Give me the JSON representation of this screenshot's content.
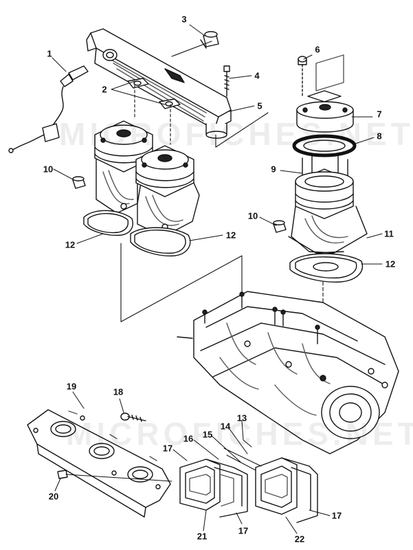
{
  "callouts": [
    {
      "id": "1",
      "label": "1"
    },
    {
      "id": "2",
      "label": "2"
    },
    {
      "id": "3",
      "label": "3"
    },
    {
      "id": "4",
      "label": "4"
    },
    {
      "id": "5",
      "label": "5"
    },
    {
      "id": "6",
      "label": "6"
    },
    {
      "id": "7",
      "label": "7"
    },
    {
      "id": "8",
      "label": "8"
    },
    {
      "id": "9",
      "label": "9"
    },
    {
      "id": "10a",
      "label": "10"
    },
    {
      "id": "10b",
      "label": "10"
    },
    {
      "id": "11",
      "label": "11"
    },
    {
      "id": "12a",
      "label": "12"
    },
    {
      "id": "12b",
      "label": "12"
    },
    {
      "id": "12c",
      "label": "12"
    },
    {
      "id": "13",
      "label": "13"
    },
    {
      "id": "14",
      "label": "14"
    },
    {
      "id": "15",
      "label": "15"
    },
    {
      "id": "16",
      "label": "16"
    },
    {
      "id": "17a",
      "label": "17"
    },
    {
      "id": "17b",
      "label": "17"
    },
    {
      "id": "17c",
      "label": "17"
    },
    {
      "id": "18",
      "label": "18"
    },
    {
      "id": "19",
      "label": "19"
    },
    {
      "id": "20",
      "label": "20"
    },
    {
      "id": "21",
      "label": "21"
    },
    {
      "id": "22",
      "label": "22"
    }
  ],
  "watermark": {
    "text": "MICROFICHES.NET"
  },
  "colors": {
    "ink": "#111111",
    "paper": "#ffffff",
    "shade": "#555555"
  }
}
